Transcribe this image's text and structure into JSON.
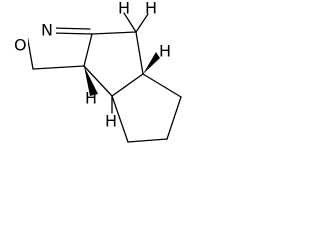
{
  "molecule": {
    "atom_labels": {
      "n": "N",
      "o": "O",
      "h_top_center": "H",
      "h_top_right": "H",
      "h_left": "H",
      "h_right": "H",
      "h_bottom_center": "H"
    },
    "colors": {
      "bond": "#000000",
      "background": "#ffffff"
    }
  }
}
